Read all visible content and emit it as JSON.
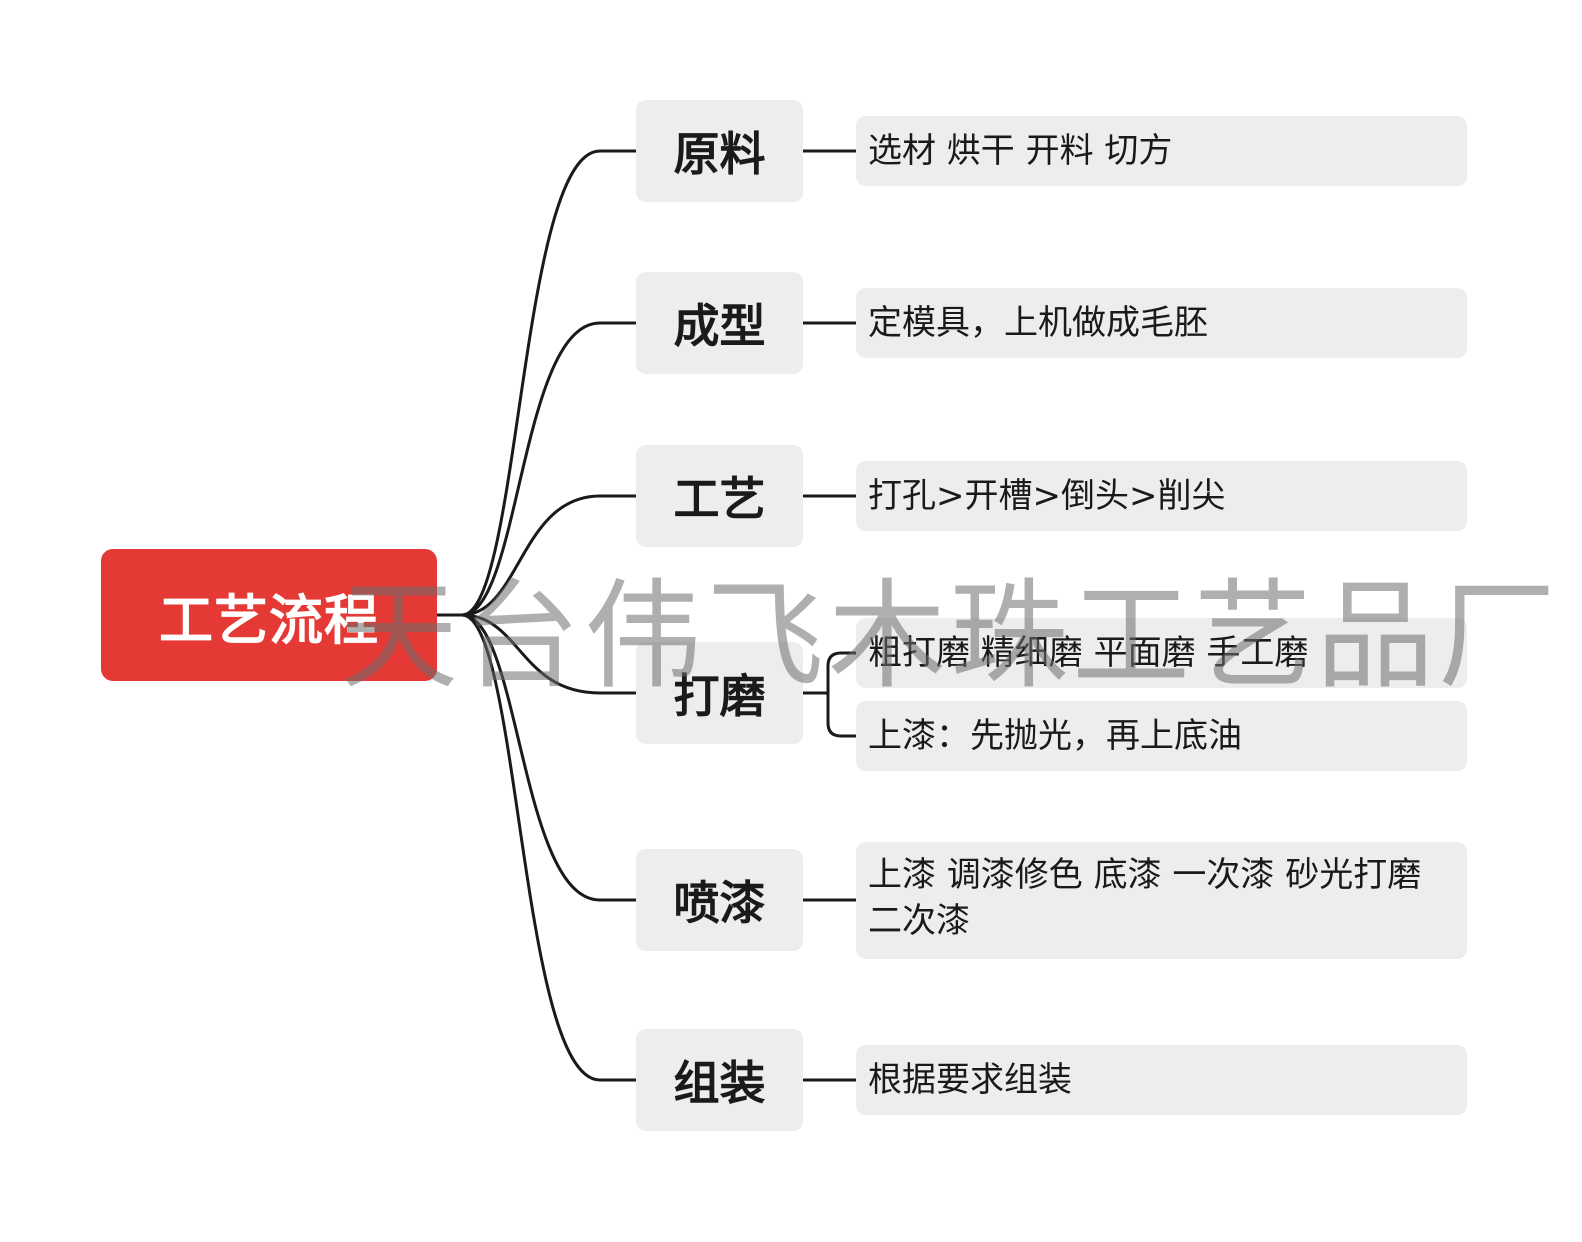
{
  "root": {
    "label": "工艺流程",
    "color": "#e53935"
  },
  "branches": [
    {
      "label": "原料",
      "details": [
        "选材 烘干 开料 切方"
      ]
    },
    {
      "label": "成型",
      "details": [
        "定模具，上机做成毛胚"
      ]
    },
    {
      "label": "工艺",
      "details": [
        "打孔>开槽>倒头>削尖"
      ]
    },
    {
      "label": "打磨",
      "details": [
        "粗打磨 精细磨 平面磨 手工磨",
        "上漆：先抛光，再上底油"
      ]
    },
    {
      "label": "喷漆",
      "details": [
        "上漆 调漆修色 底漆 一次漆 砂光打磨 二次漆"
      ]
    },
    {
      "label": "组装",
      "details": [
        "根据要求组装"
      ]
    }
  ],
  "watermark": "天台伟飞木珠工艺品厂"
}
